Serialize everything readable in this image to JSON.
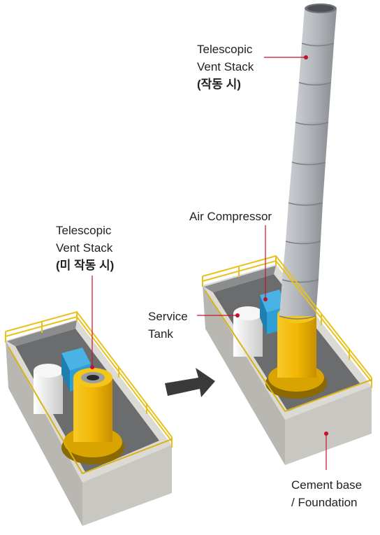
{
  "labels": {
    "stack_operating": {
      "line1": "Telescopic",
      "line2": "Vent Stack",
      "line3": "(작동 시)"
    },
    "stack_idle": {
      "line1": "Telescopic",
      "line2": "Vent Stack",
      "line3": "(미 작동 시)"
    },
    "air_compressor": "Air Compressor",
    "service_tank": {
      "line1": "Service",
      "line2": "Tank"
    },
    "cement_base": {
      "line1": "Cement base",
      "line2": "/ Foundation"
    }
  },
  "colors": {
    "leader_line": "#c8102e",
    "stack_gray": "#a9adb2",
    "yellow_base": "#f2b705",
    "railing_yellow": "#e8c21a",
    "concrete": "#d2d0cb",
    "compressor_blue": "#2e9fd6",
    "tank_white": "#eeeeee",
    "arrow": "#3a3a3a"
  },
  "icons": {
    "direction": "arrow-right-icon"
  }
}
